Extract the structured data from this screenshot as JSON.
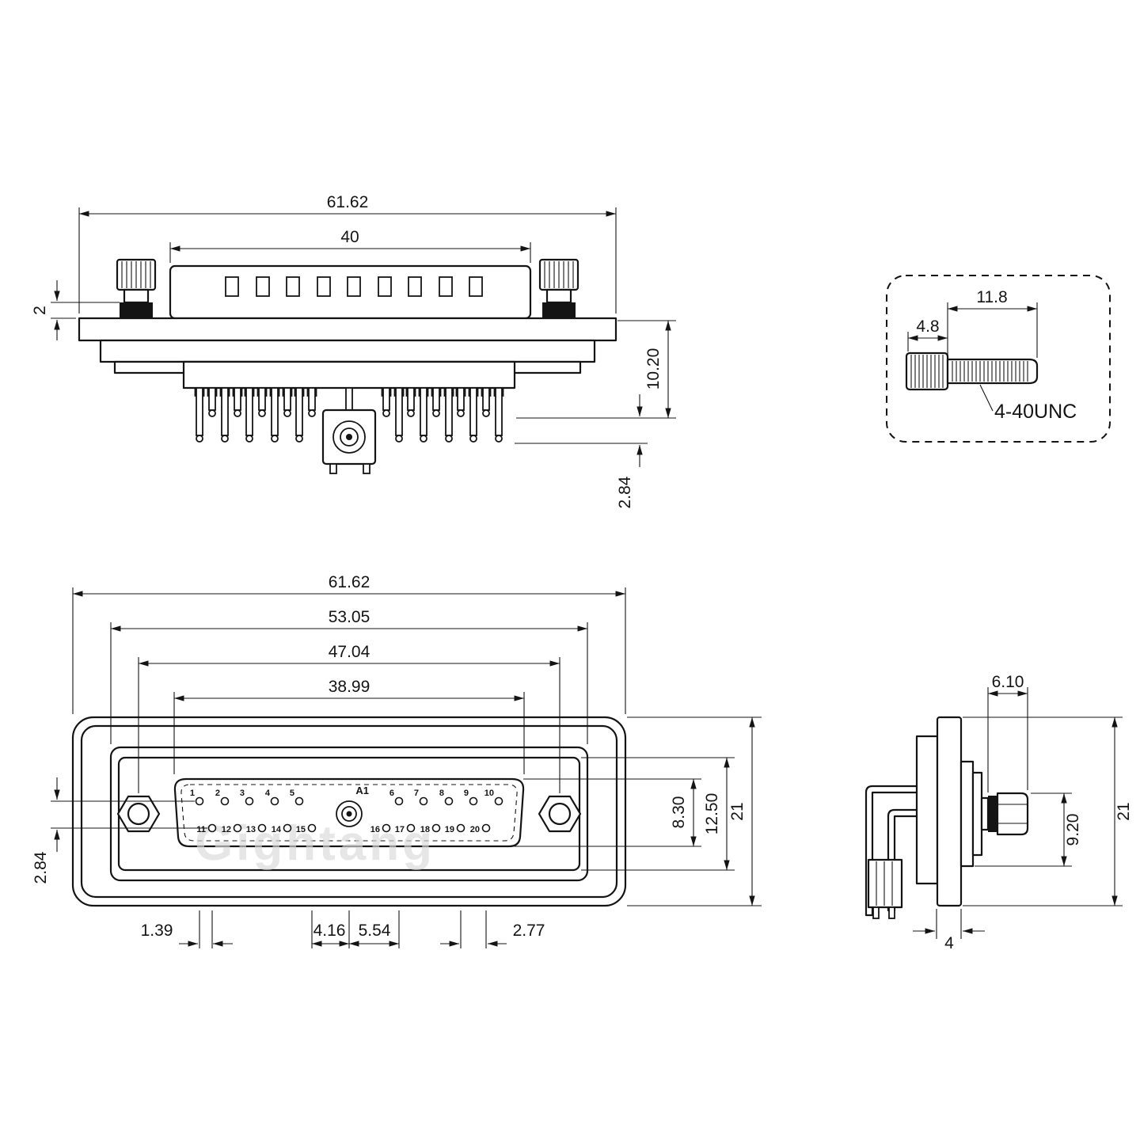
{
  "watermark": "Gightang",
  "top_view": {
    "dims": {
      "total_width": "61.62",
      "shield_width": "40",
      "screw_gap": "2",
      "height": "10.20",
      "pin_row_offset": "2.84"
    }
  },
  "screw_detail": {
    "dims": {
      "thread_length": "11.8",
      "head_length": "4.8"
    },
    "thread_spec": "4-40UNC"
  },
  "front_view": {
    "dims": {
      "total_width": "61.62",
      "shroud_width": "53.05",
      "mount_spacing": "47.04",
      "opening_width": "38.99",
      "opening_height": "8.30",
      "shroud_height": "12.50",
      "total_height": "21",
      "row_offset": "2.84",
      "half_pitch": "1.39",
      "coax_left": "4.16",
      "coax_right": "5.54",
      "pitch": "2.77"
    },
    "coax_label": "A1",
    "pins_top": [
      "1",
      "2",
      "3",
      "4",
      "5",
      "6",
      "7",
      "8",
      "9",
      "10"
    ],
    "pins_bottom": [
      "11",
      "12",
      "13",
      "14",
      "15",
      "16",
      "17",
      "18",
      "19",
      "20"
    ]
  },
  "side_view": {
    "dims": {
      "screw_length": "6.10",
      "screw_height": "9.20",
      "total_height": "21",
      "flange_thickness": "4"
    }
  }
}
